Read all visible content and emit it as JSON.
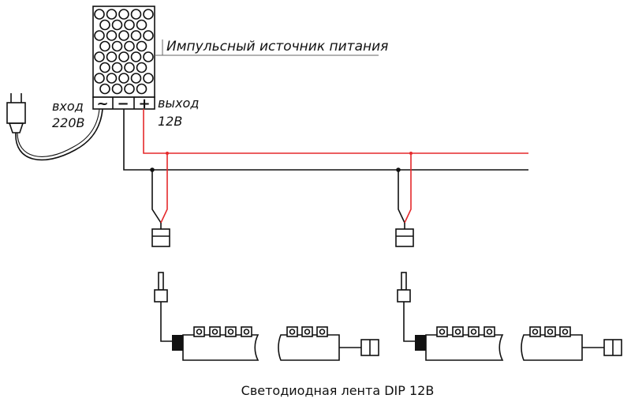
{
  "labels": {
    "power_supply": "Импульсный источник питания",
    "input_line1": "вход",
    "input_line2": "220В",
    "output_line1": "выход",
    "output_line2": "12В",
    "caption": "Светодиодная лента DIP 12В"
  },
  "terminals": {
    "ac": "~",
    "minus": "−",
    "plus": "+"
  },
  "colors": {
    "positive_wire": "#e5292b",
    "negative_wire": "#111111",
    "outline": "#111111",
    "strip_end_cap": "#111111"
  },
  "components": {
    "strip_segments": 2,
    "leds_per_first_section": 4,
    "leds_per_second_section": 3
  }
}
